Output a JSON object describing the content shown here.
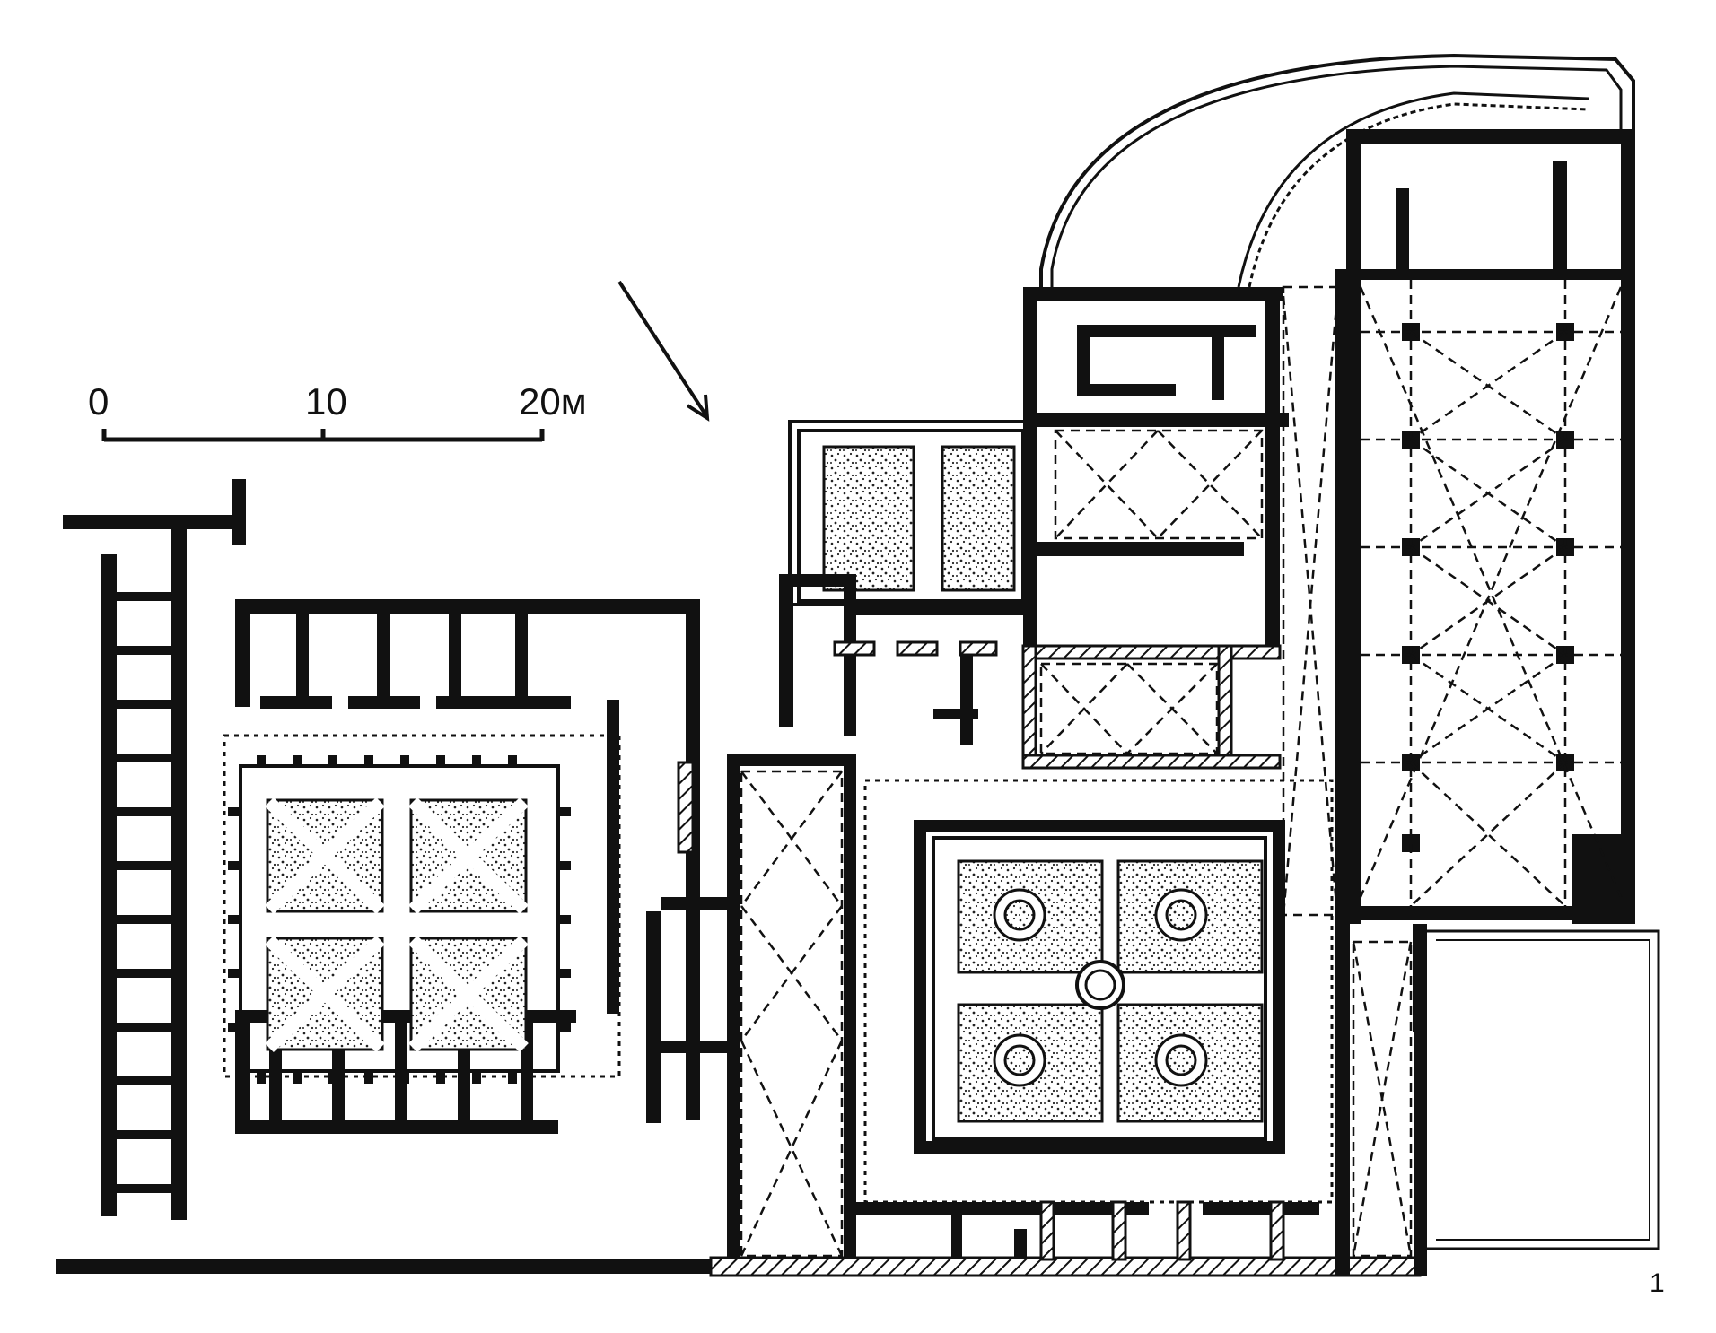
{
  "scale_bar": {
    "ticks": [
      "0",
      "10",
      "20м"
    ]
  },
  "figure_label": "1"
}
